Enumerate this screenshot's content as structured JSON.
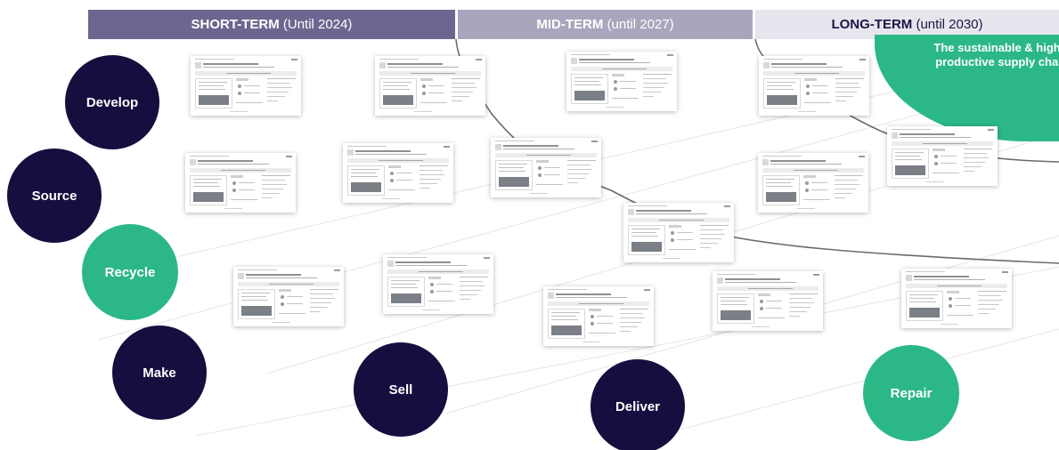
{
  "phases": {
    "short": {
      "label": "SHORT-TERM",
      "period": "(Until 2024)"
    },
    "mid": {
      "label": "MID-TERM",
      "period": "(until 2027)"
    },
    "long": {
      "label": "LONG-TERM",
      "period": "(until 2030)"
    }
  },
  "goal": {
    "text": "The sustainable & highly productive supply chain"
  },
  "stages": {
    "develop": "Develop",
    "source": "Source",
    "recycle": "Recycle",
    "make": "Make",
    "sell": "Sell",
    "deliver": "Deliver",
    "repair": "Repair"
  },
  "colors": {
    "navy": "#150f3f",
    "green": "#2bb886",
    "short_term": "#6e6690",
    "mid_term": "#a9a5bd",
    "long_term": "#e7e6ee"
  }
}
